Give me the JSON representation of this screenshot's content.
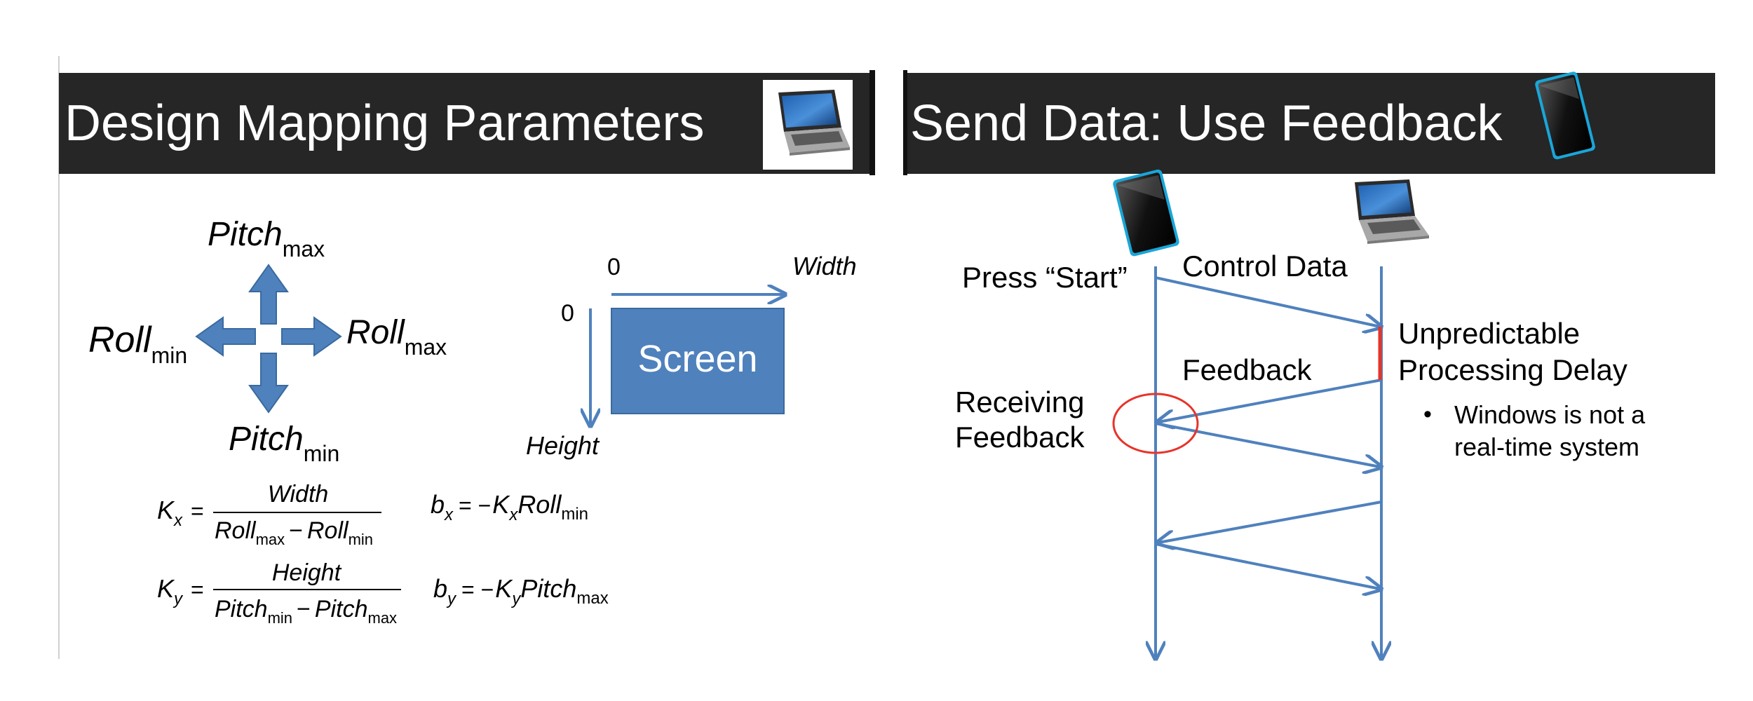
{
  "left_slide": {
    "title": "Design Mapping Parameters",
    "icon": "laptop-icon",
    "direction_labels": {
      "pitch_max": {
        "base": "Pitch",
        "sub": "max"
      },
      "pitch_min": {
        "base": "Pitch",
        "sub": "min"
      },
      "roll_min": {
        "base": "Roll",
        "sub": "min"
      },
      "roll_max": {
        "base": "Roll",
        "sub": "max"
      }
    },
    "screen": {
      "label": "Screen",
      "origin_x": "0",
      "origin_y": "0",
      "width_label": "Width",
      "height_label": "Height"
    },
    "formulas": {
      "kx": {
        "lhs_base": "K",
        "lhs_sub": "x",
        "equals": "=",
        "numerator": "Width",
        "den_a": "Roll",
        "den_a_sub": "max",
        "minus": "−",
        "den_b": "Roll",
        "den_b_sub": "min"
      },
      "bx": {
        "lhs_base": "b",
        "lhs_sub": "x",
        "equals": "= −",
        "k_base": "K",
        "k_sub": "x",
        "term": "Roll",
        "term_sub": "min"
      },
      "ky": {
        "lhs_base": "K",
        "lhs_sub": "y",
        "equals": "=",
        "numerator": "Height",
        "den_a": "Pitch",
        "den_a_sub": "min",
        "minus": "−",
        "den_b": "Pitch",
        "den_b_sub": "max"
      },
      "by": {
        "lhs_base": "b",
        "lhs_sub": "y",
        "equals": "= −",
        "k_base": "K",
        "k_sub": "y",
        "term": "Pitch",
        "term_sub": "max"
      }
    }
  },
  "right_slide": {
    "title": "Send Data: Use Feedback",
    "icons": [
      "phone-icon",
      "laptop-icon"
    ],
    "labels": {
      "press_start": "Press “Start”",
      "control_data": "Control Data",
      "feedback": "Feedback",
      "receiving_1": "Receiving",
      "receiving_2": "Feedback",
      "delay_1": "Unpredictable",
      "delay_2": "Processing Delay",
      "bullet": "•",
      "note_1": "Windows is not a",
      "note_2": "real-time system"
    }
  },
  "colors": {
    "title_bar": "#262626",
    "title_text": "#ffffff",
    "arrow_blue": "#4f81bd",
    "screen_fill": "#4f81bd",
    "delay_red": "#e8332a",
    "circle_red": "#e8332a"
  }
}
